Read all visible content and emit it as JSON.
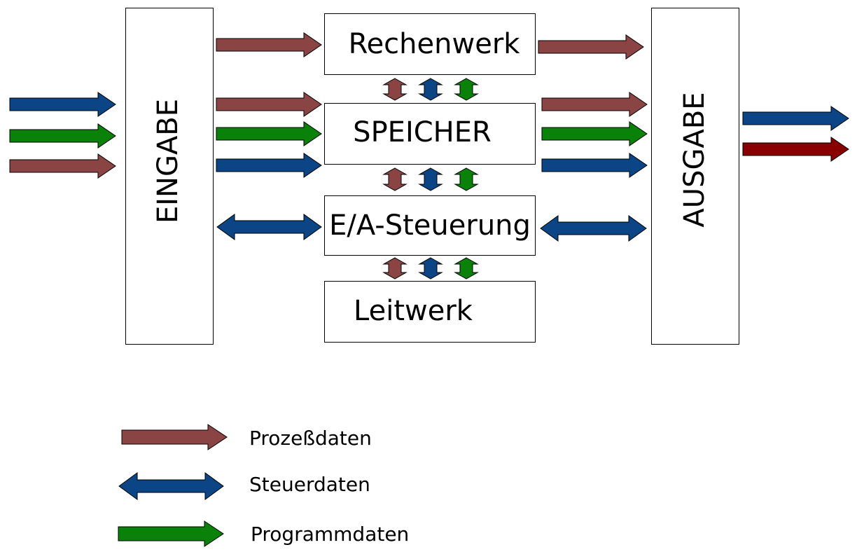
{
  "colors": {
    "prozessdaten": "#8b4444",
    "steuerdaten": "#0b4586",
    "programmdaten": "#0a820a",
    "output_dark_red": "#880000",
    "outline": "#000000"
  },
  "blocks": {
    "eingabe": "EINGABE",
    "rechenwerk": "Rechenwerk",
    "speicher": "SPEICHER",
    "ea_steuerung": "E/A-Steuerung",
    "leitwerk": "Leitwerk",
    "ausgabe": "AUSGABE"
  },
  "legend": [
    {
      "label": "Prozeßdaten",
      "color_key": "prozessdaten",
      "kind": "single"
    },
    {
      "label": "Steuerdaten",
      "color_key": "steuerdaten",
      "kind": "double"
    },
    {
      "label": "Programmdaten",
      "color_key": "programmdaten",
      "kind": "single"
    }
  ]
}
